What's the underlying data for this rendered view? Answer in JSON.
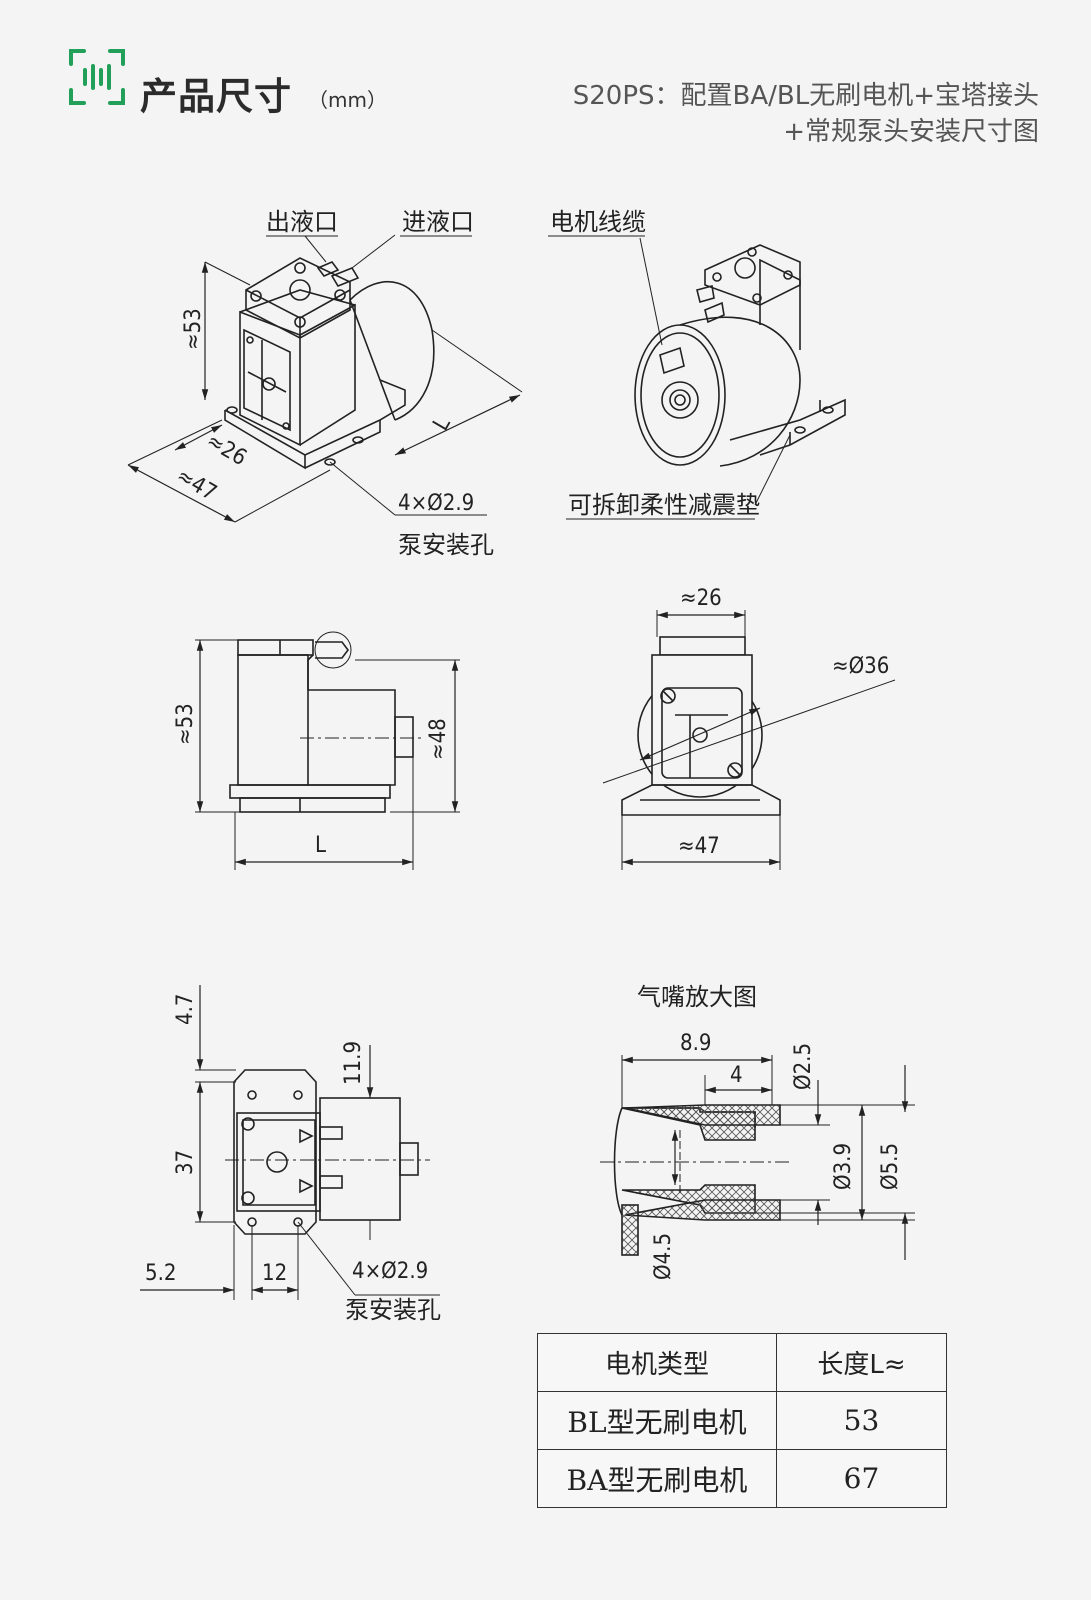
{
  "header": {
    "title": "产品尺寸",
    "unit": "（mm）",
    "subtitle_line1": "S20PS：配置BA/BL无刷电机+宝塔接头",
    "subtitle_line2": "+常规泵头安装尺寸图",
    "accent_color": "#22a05a"
  },
  "iso_front": {
    "outlet": "出液口",
    "inlet": "进液口",
    "height": "≈53",
    "length": "L",
    "width_small": "≈26",
    "width_large": "≈47",
    "holes": "4×Ø2.9",
    "holes_caption": "泵安装孔"
  },
  "iso_back": {
    "cable": "电机线缆",
    "pad": "可拆卸柔性减震垫"
  },
  "side_view": {
    "height": "≈53",
    "motor_height": "≈48",
    "length": "L"
  },
  "front_view": {
    "width_top": "≈26",
    "diameter": "≈Ø36",
    "width_bottom": "≈47"
  },
  "top_view": {
    "d1": "4.7",
    "d2": "11.9",
    "d3": "37",
    "d4": "5.2",
    "d5": "12",
    "holes": "4×Ø2.9",
    "holes_caption": "泵安装孔"
  },
  "nozzle": {
    "title": "气嘴放大图",
    "length": "8.9",
    "tip": "4",
    "d_inner": "Ø2.5",
    "d_mid": "Ø3.9",
    "d_outer": "Ø5.5",
    "d_base": "Ø4.5"
  },
  "table": {
    "headers": [
      "电机类型",
      "长度L≈"
    ],
    "rows": [
      {
        "type": "BL型无刷电机",
        "length": "53"
      },
      {
        "type": "BA型无刷电机",
        "length": "67"
      }
    ]
  }
}
